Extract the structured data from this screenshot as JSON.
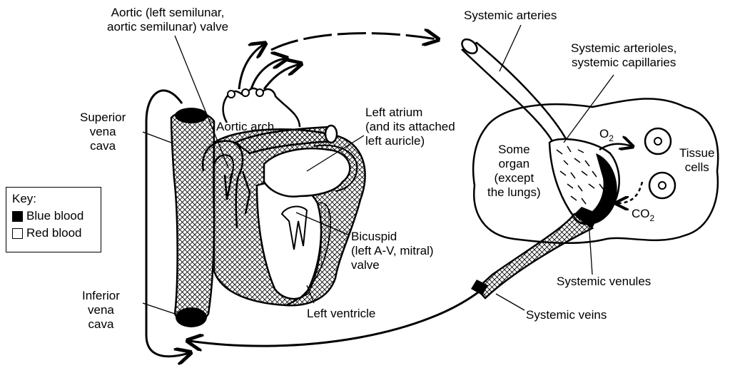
{
  "labels": {
    "aortic_valve": [
      "Aortic (left semilunar,",
      "aortic semilunar) valve"
    ],
    "superior_vena_cava": [
      "Superior",
      "vena",
      "cava"
    ],
    "aortic_arch": "Aortic arch",
    "left_atrium": [
      "Left atrium",
      "(and its attached",
      "left auricle)"
    ],
    "bicuspid": [
      "Bicuspid",
      "(left A-V, mitral)",
      "valve"
    ],
    "left_ventricle": "Left ventricle",
    "inferior_vena_cava": [
      "Inferior",
      "vena",
      "cava"
    ],
    "systemic_arteries": "Systemic arteries",
    "systemic_arterioles": [
      "Systemic arterioles,",
      "systemic capillaries"
    ],
    "some_organ": [
      "Some",
      "organ",
      "(except",
      "the lungs)"
    ],
    "tissue_cells": [
      "Tissue",
      "cells"
    ],
    "o2": {
      "base": "O",
      "sub": "2"
    },
    "co2": {
      "base": "CO",
      "sub": "2"
    },
    "systemic_venules": "Systemic venules",
    "systemic_veins": "Systemic veins"
  },
  "key": {
    "title": "Key:",
    "items": [
      {
        "label": "Blue blood",
        "color": "#000000"
      },
      {
        "label": "Red blood",
        "color": "#ffffff"
      }
    ]
  }
}
